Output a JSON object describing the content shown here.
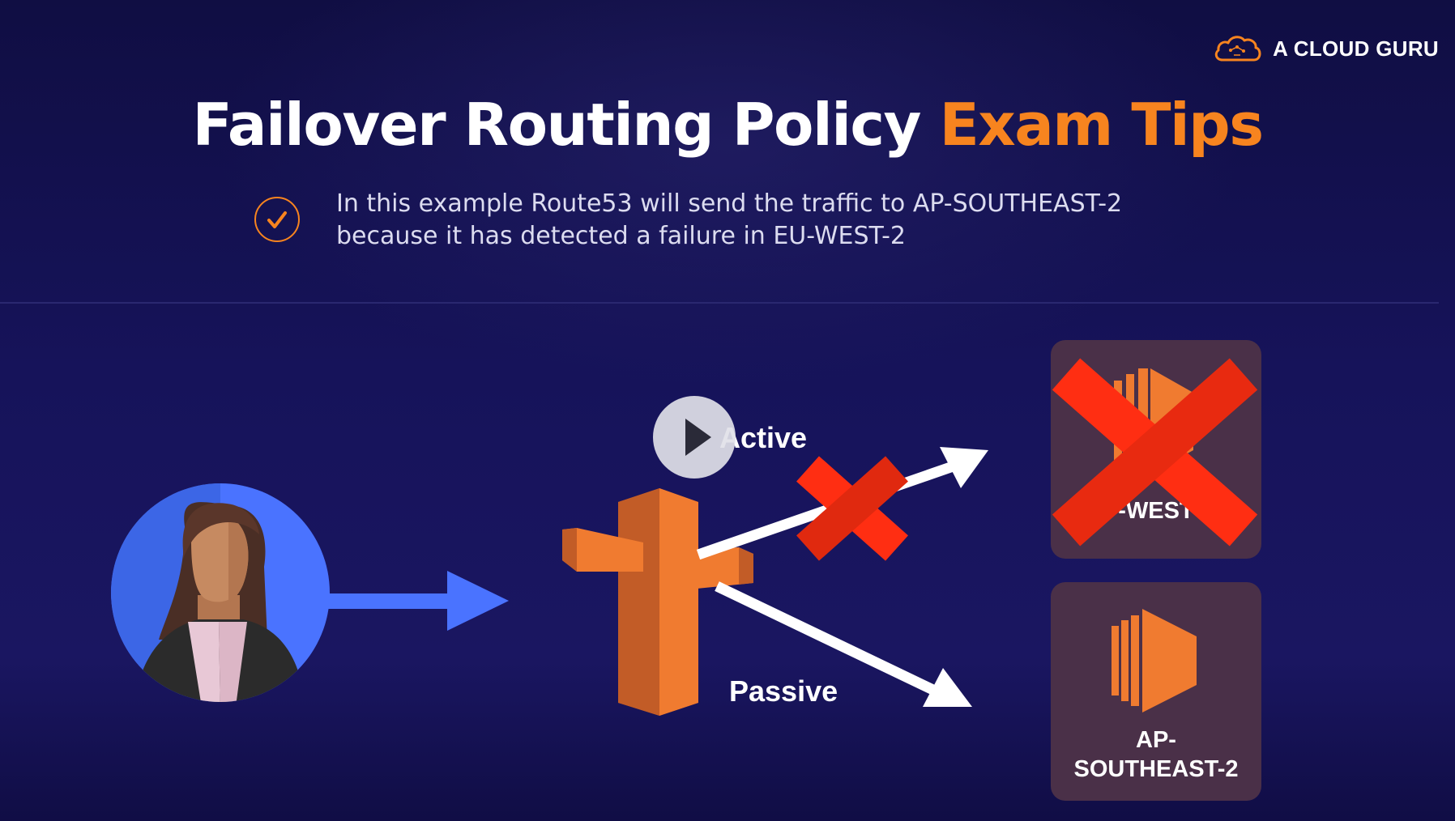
{
  "brand": {
    "name": "A CLOUD GURU",
    "logo_icon": "cloud-logo-icon",
    "accent_color": "#f7841f"
  },
  "slide": {
    "title_main": "Failover Routing Policy",
    "title_accent": "Exam Tips",
    "title_color": "#ffffff",
    "accent_color": "#f7841f",
    "background_color": "#16135a"
  },
  "tip": {
    "icon": "checkmark-circle-icon",
    "line1": "In this example Route53 will send the traffic to AP-SOUTHEAST-2",
    "line2": "because it has detected a failure in EU-WEST-2"
  },
  "diagram": {
    "user_icon": "user-avatar-icon",
    "router_icon": "route53-signpost-icon",
    "server_icon": "ec2-server-icon",
    "active_label": "Active",
    "passive_label": "Passive",
    "region_active_visible": "-WEST",
    "region_passive_line1": "AP-",
    "region_passive_line2": "SOUTHEAST-2",
    "failure_color": "#ff2e12",
    "user_arrow_color": "#4a73ff",
    "route_arrow_color": "#ffffff"
  },
  "player": {
    "play_icon": "play-icon"
  }
}
